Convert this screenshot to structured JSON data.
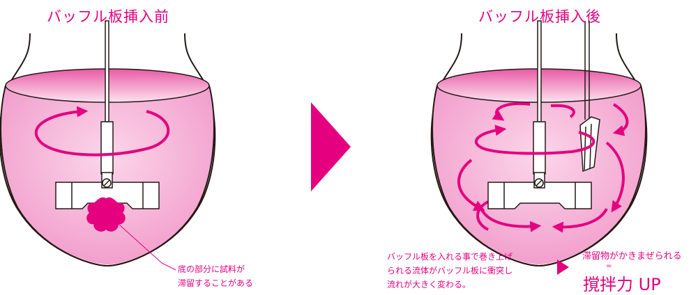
{
  "title_before": "バッフル板挿入前",
  "title_after": "バッフル板挿入後",
  "note_before_line1": "底の部分に試料が",
  "note_before_line2": "滞留することがある",
  "note_after_line1": "バッフル板を入れる事で巻き上げ",
  "note_after_line2": "られる流体がバッフル板に衝突し",
  "note_after_line3": "流れが大きく変わる。",
  "result_top": "滞留物がかきまぜられる",
  "result_equals": "=",
  "result_big": "撹拌力 UP",
  "colors": {
    "accent": "#e4007f",
    "liquid": "#f7b8dc"
  }
}
